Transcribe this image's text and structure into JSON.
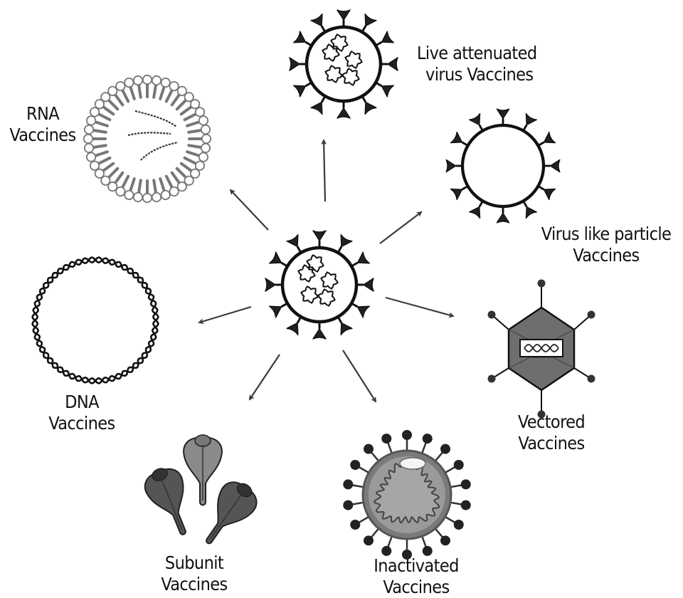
{
  "diagram": {
    "title": "",
    "center": {
      "name": "Virus",
      "label": ""
    },
    "nodes": [
      {
        "id": "live-attenuated",
        "lines": [
          "Live attenuated",
          "virus Vaccines"
        ]
      },
      {
        "id": "rna",
        "lines": [
          "RNA",
          "Vaccines"
        ]
      },
      {
        "id": "virus-like-particle",
        "lines": [
          "Virus like particle",
          "Vaccines"
        ]
      },
      {
        "id": "dna",
        "lines": [
          "DNA",
          "Vaccines"
        ]
      },
      {
        "id": "vectored",
        "lines": [
          "Vectored",
          "Vaccines"
        ]
      },
      {
        "id": "subunit",
        "lines": [
          "Subunit",
          "Vaccines"
        ]
      },
      {
        "id": "inactivated",
        "lines": [
          "Inactivated",
          "Vaccines"
        ]
      }
    ],
    "edges": [
      {
        "from": "center",
        "to": "live-attenuated"
      },
      {
        "from": "center",
        "to": "rna"
      },
      {
        "from": "center",
        "to": "virus-like-particle"
      },
      {
        "from": "center",
        "to": "dna"
      },
      {
        "from": "center",
        "to": "vectored"
      },
      {
        "from": "center",
        "to": "subunit"
      },
      {
        "from": "center",
        "to": "inactivated"
      }
    ],
    "colors": {
      "ink": "#111111",
      "arrow": "#3a3a3a",
      "lipid": "#777777",
      "capsid": "#6e6e6e",
      "inactivated_fill": "#9a9a9a",
      "subunit_dark": "#555555",
      "subunit_light": "#8a8a8a"
    }
  }
}
